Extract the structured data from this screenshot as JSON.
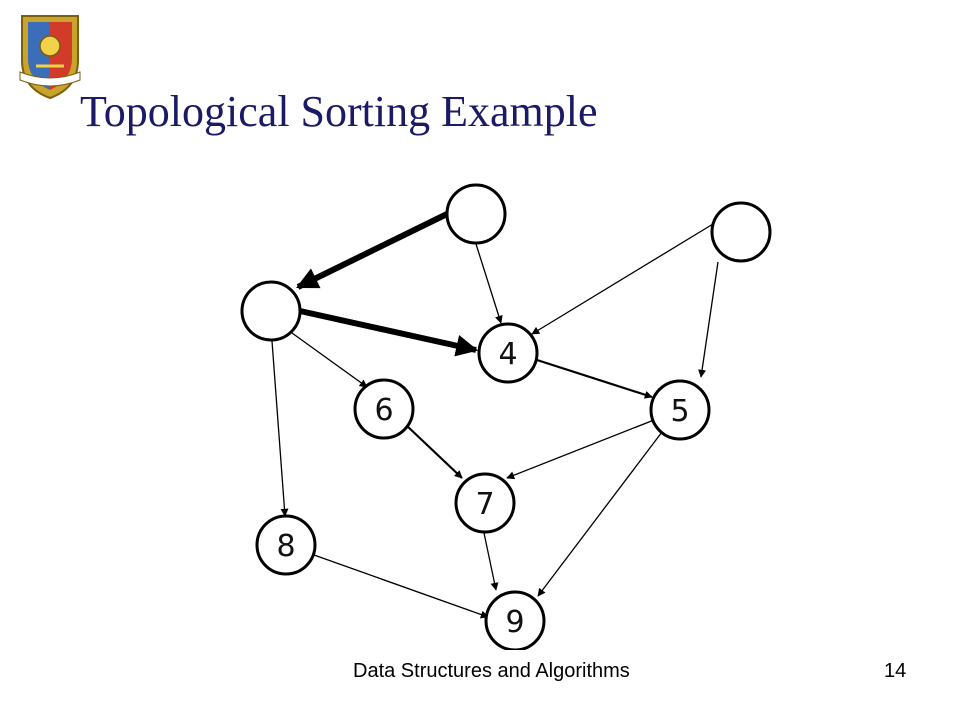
{
  "slide": {
    "title": "Topological Sorting Example",
    "footer": "Data Structures and Algorithms",
    "page_number": "14",
    "title_color": "#1a1a66"
  },
  "logo": {
    "icon": "institute-crest-icon"
  },
  "diagram": {
    "nodes": [
      {
        "id": "top",
        "label": ""
      },
      {
        "id": "right",
        "label": ""
      },
      {
        "id": "left",
        "label": ""
      },
      {
        "id": "n4",
        "label": "4"
      },
      {
        "id": "n6",
        "label": "6"
      },
      {
        "id": "n5",
        "label": "5"
      },
      {
        "id": "n7",
        "label": "7"
      },
      {
        "id": "n8",
        "label": "8"
      },
      {
        "id": "n9",
        "label": "9"
      }
    ],
    "edges": [
      {
        "from": "top",
        "to": "left",
        "bold": true
      },
      {
        "from": "left",
        "to": "n4",
        "bold": true
      },
      {
        "from": "top",
        "to": "n4",
        "bold": false
      },
      {
        "from": "right",
        "to": "n4",
        "bold": false
      },
      {
        "from": "right",
        "to": "n5",
        "bold": false
      },
      {
        "from": "left",
        "to": "n6",
        "bold": false
      },
      {
        "from": "left",
        "to": "n8",
        "bold": false
      },
      {
        "from": "n4",
        "to": "n5",
        "bold": false
      },
      {
        "from": "n6",
        "to": "n7",
        "bold": false
      },
      {
        "from": "n5",
        "to": "n7",
        "bold": false
      },
      {
        "from": "n5",
        "to": "n9",
        "bold": false
      },
      {
        "from": "n7",
        "to": "n9",
        "bold": false
      },
      {
        "from": "n8",
        "to": "n9",
        "bold": false
      }
    ]
  }
}
